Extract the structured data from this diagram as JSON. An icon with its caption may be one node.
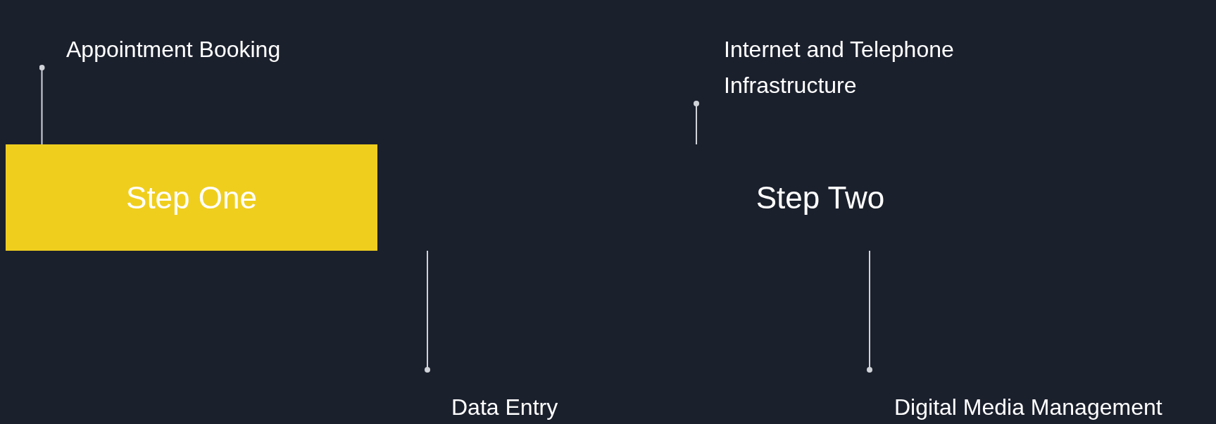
{
  "diagram": {
    "nodes": [
      {
        "text": [
          "Step One"
        ]
      },
      {
        "text": [
          "Step Two"
        ]
      },
      {
        "text": [
          "Appointment Booking"
        ]
      },
      {
        "text": [
          "Internet and Telephone Infrastructure"
        ]
      },
      {
        "text": [
          "Data Entry"
        ]
      },
      {
        "text": [
          "Digital Media Management"
        ]
      }
    ],
    "edges": [
      {
        "from": 0,
        "to": 2,
        "arrow": "other"
      },
      {
        "from": 1,
        "to": 3,
        "arrow": "other"
      },
      {
        "from": 0,
        "to": 4,
        "arrow": "other"
      },
      {
        "from": 1,
        "to": 5,
        "arrow": "other"
      }
    ]
  }
}
